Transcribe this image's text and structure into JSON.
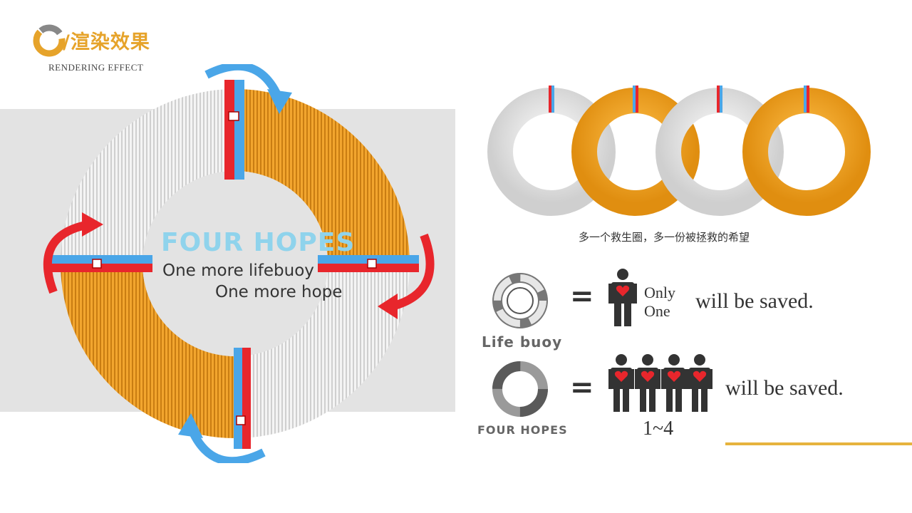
{
  "header": {
    "title_cn": "/渲染效果",
    "title_en": "RENDERING EFFECT"
  },
  "main_visual": {
    "title": "FOUR HOPES",
    "tagline_1": "One more lifebuoy",
    "tagline_2": "One more hope"
  },
  "rings_caption": "多一个救生圈，多一份被拯救的希望",
  "comparison": {
    "row1": {
      "icon_label": "Life buoy",
      "equals": "=",
      "count_line1": "Only",
      "count_line2": "One",
      "result": "will be saved."
    },
    "row2": {
      "icon_label": "FOUR HOPES",
      "equals": "=",
      "count": "1~4",
      "result": "will be saved."
    }
  },
  "colors": {
    "accent_gold": "#e6a32a",
    "orange": "#f0a22a",
    "white_ring": "#f2f2f2",
    "band_red": "#e8262c",
    "band_blue": "#4aa6e8",
    "title_blue": "#8fd3ec"
  },
  "icons": [
    "logo-icon",
    "lifebuoy-icon",
    "person-heart-icon",
    "rotate-arrow-icon"
  ]
}
